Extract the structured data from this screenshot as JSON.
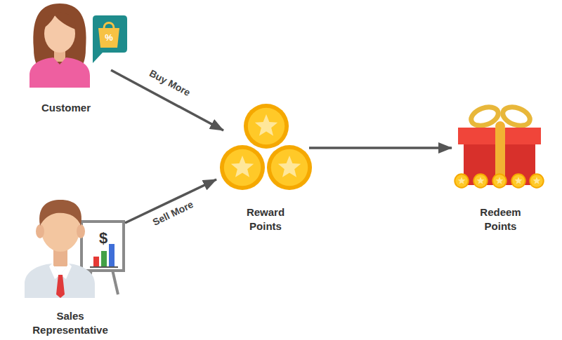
{
  "diagram": {
    "nodes": [
      {
        "text": [
          "Customer"
        ]
      },
      {
        "text": [
          "Sales Representative"
        ]
      },
      {
        "text": [
          "Reward Points"
        ]
      },
      {
        "text": [
          "Redeem Points"
        ]
      }
    ],
    "edges": [
      {
        "from": 0,
        "to": 2,
        "label": "Buy More",
        "arrow": "to"
      },
      {
        "from": 1,
        "to": 2,
        "label": "Sell More",
        "arrow": "to"
      },
      {
        "from": 2,
        "to": 3,
        "arrow": "to"
      }
    ],
    "labels": [
      "%",
      "$"
    ]
  }
}
